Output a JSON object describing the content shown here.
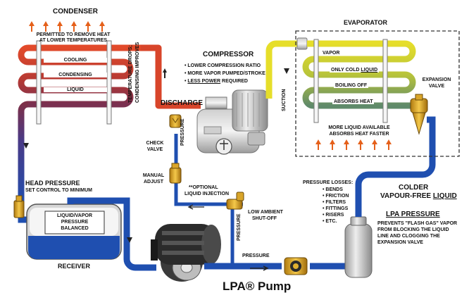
{
  "condenser": {
    "title": "CONDENSER",
    "subtitle_line1": "PERMITTED TO REMOVE HEAT",
    "subtitle_line2": "AT LOWER TEMPERATURES",
    "row1": "COOLING",
    "row2": "CONDENSING",
    "row3": "LIQUID",
    "temp_note_line1": "TEMPERATURE DROPS;",
    "temp_note_line2": "CONDENSING IMPROVES"
  },
  "compressor": {
    "title": "COMPRESSOR",
    "bullet1": "LOWER COMPRESSION RATIO",
    "bullet2": "MORE VAPOR PUMPED/STROKE",
    "bullet3_a": "LESS POWER",
    "bullet3_b": " REQUIRED",
    "discharge": "DISCHARGE",
    "suction": "SUCTION",
    "pressure": "PRESSURE"
  },
  "evaporator": {
    "title": "EVAPORATOR",
    "row1": "VAPOR",
    "row2_a": "ONLY COLD ",
    "row2_b": "LIQUID",
    "row3": "BOILING OFF",
    "row4": "ABSORBS HEAT",
    "note_line1": "MORE LIQUID AVAILABLE",
    "note_line2": "ABSORBS HEAT FASTER",
    "expansion_line1": "EXPANSION",
    "expansion_line2": "VALVE"
  },
  "valves": {
    "check_line1": "CHECK",
    "check_line2": "VALVE",
    "manual_line1": "MANUAL",
    "manual_line2": "ADJUST",
    "optional_line1": "**OPTIONAL",
    "optional_line2": "LIQUID INJECTION",
    "low_ambient_line1": "LOW AMBIENT",
    "low_ambient_line2": "SHUT-OFF",
    "pressure_vertical": "PRESSURE",
    "pressure_bottom": "PRESSURE"
  },
  "head_pressure": {
    "title": "HEAD PRESSURE",
    "note": "SET CONTROL TO MINIMUM"
  },
  "receiver": {
    "title": "RECEIVER",
    "inner_line1": "LIQUID/VAPOR",
    "inner_line2": "PRESSURE",
    "inner_line3": "BALANCED"
  },
  "pressure_losses": {
    "title": "PRESSURE LOSSES:",
    "items": [
      "BENDS",
      "FRICTION",
      "FILTERS",
      "FITTINGS",
      "RISERS",
      "ETC."
    ]
  },
  "colder": {
    "line1": "COLDER",
    "line2_a": "VAPOUR-FREE ",
    "line2_b": "LIQUID"
  },
  "lpa_pressure": {
    "title": "LPA PRESSURE",
    "line1": "PREVENTS \"FLASH GAS\" VAPOR",
    "line2": "FROM BLOCKING THE LIQUID",
    "line3": "LINE AND CLOGGING THE",
    "line4": "EXPANSION VALVE"
  },
  "pump": {
    "label": "LPA® Pump"
  },
  "colors": {
    "hot_red": "#d3402a",
    "warm_maroon": "#8b2f3a",
    "liquid_blue": "#1f4fb0",
    "pipe_yellow": "#e6de2a",
    "evap_green": "#9fb040",
    "valve_gold": "#e0a820",
    "heat_arrow": "#e5601a"
  }
}
